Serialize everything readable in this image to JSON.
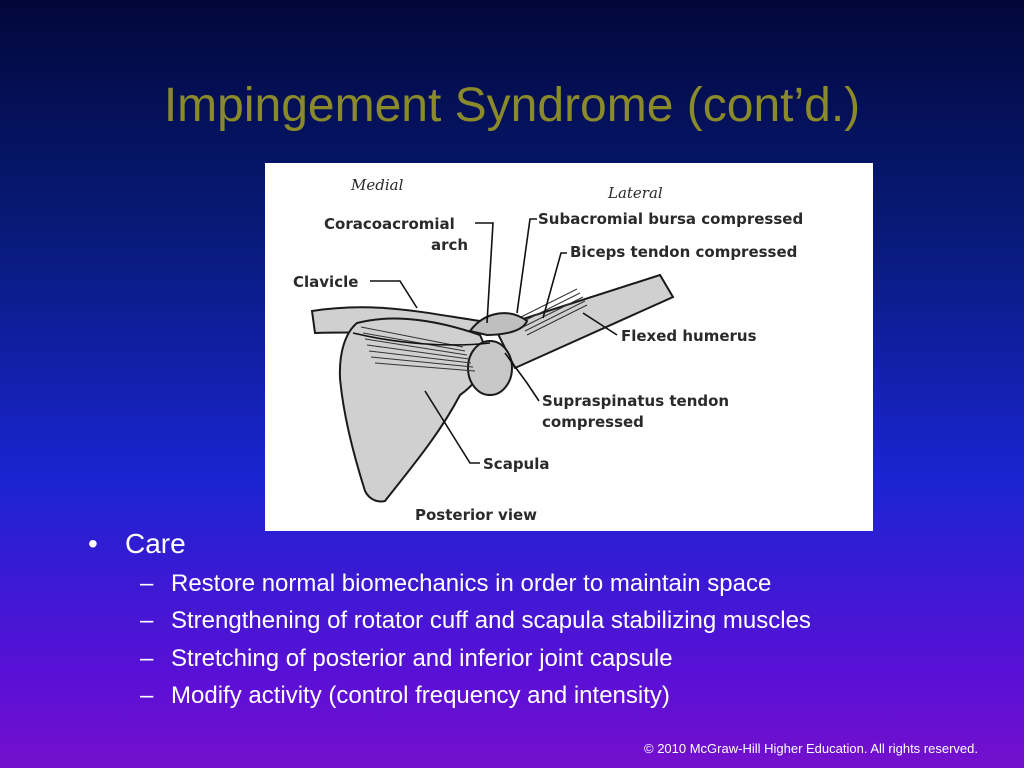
{
  "slide": {
    "title": "Impingement Syndrome (cont’d.)",
    "figure": {
      "labels": {
        "medial": "Medial",
        "lateral": "Lateral",
        "coracoacromial_1": "Coracoacromial",
        "coracoacromial_2": "arch",
        "clavicle": "Clavicle",
        "subacromial": "Subacromial bursa compressed",
        "biceps": "Biceps tendon compressed",
        "humerus": "Flexed humerus",
        "supraspinatus_1": "Supraspinatus tendon",
        "supraspinatus_2": "compressed",
        "scapula": "Scapula",
        "view": "Posterior view"
      },
      "colors": {
        "bone": "#d0d0d0",
        "outline": "#1a1a1a"
      }
    },
    "bullets": {
      "marker": "•",
      "dash": "–",
      "main": "Care",
      "subs": [
        "Restore normal biomechanics in order to maintain space",
        "Strengthening of rotator cuff and scapula stabilizing muscles",
        "Stretching of posterior and inferior joint capsule",
        "Modify activity (control frequency and intensity)"
      ]
    },
    "footer": "© 2010 McGraw-Hill Higher Education.  All rights reserved.",
    "colors": {
      "title": "#8a8a2a",
      "text": "#ffffff"
    }
  }
}
